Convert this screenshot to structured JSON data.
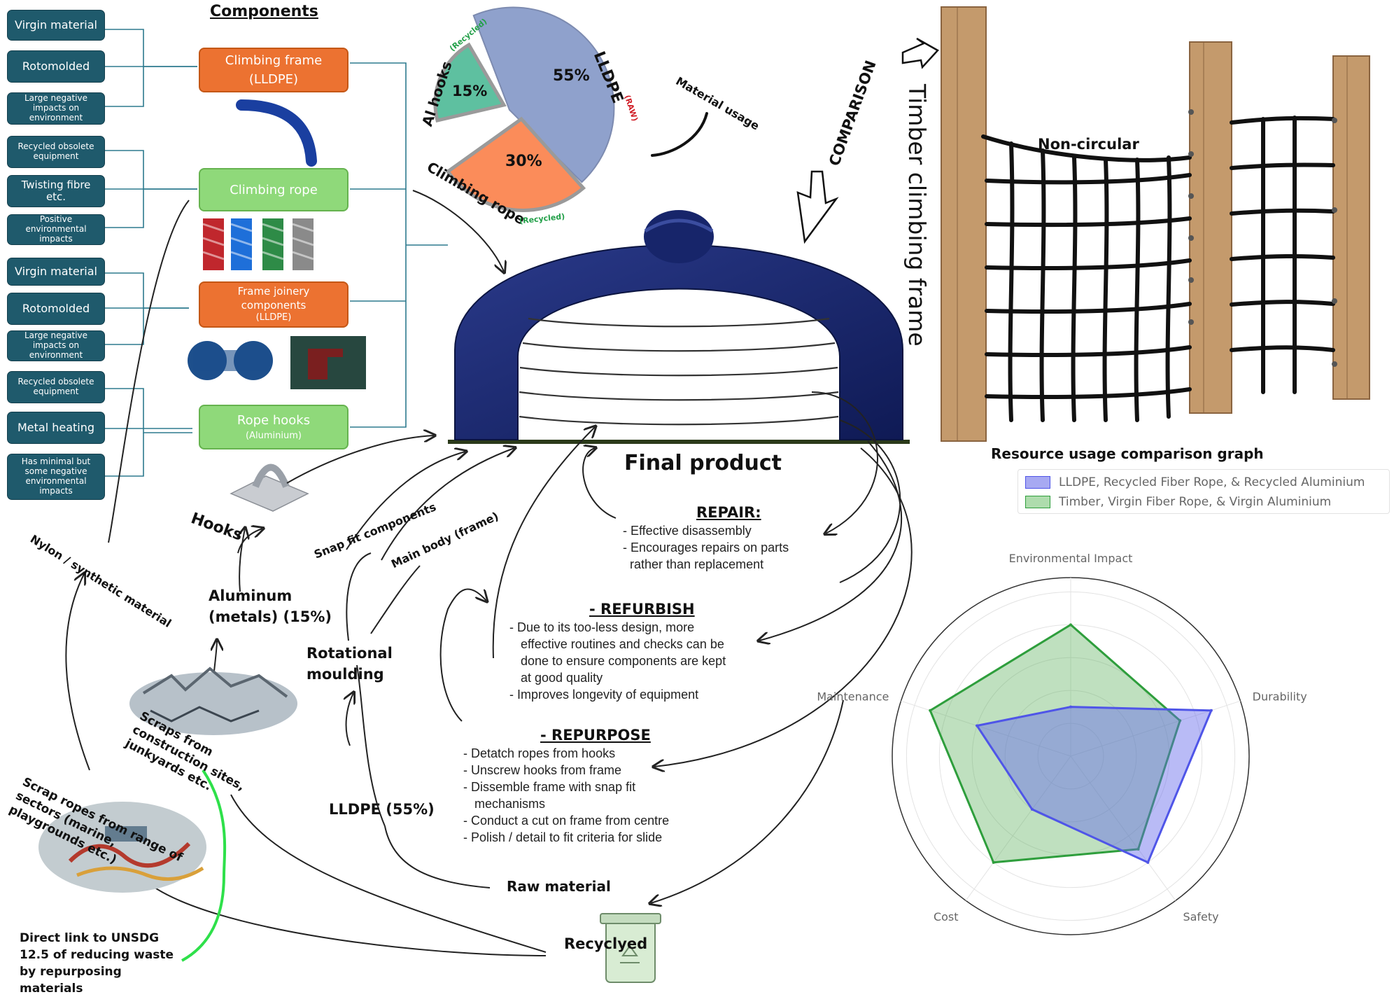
{
  "components_title": "Components",
  "left_boxes": [
    {
      "text": "Virgin material"
    },
    {
      "text": "Rotomolded"
    },
    {
      "text": "Large negative impacts on environment"
    },
    {
      "text": "Recycled obsolete equipment"
    },
    {
      "text": "Twisting fibre etc."
    },
    {
      "text": "Positive environmental impacts"
    },
    {
      "text": "Virgin material"
    },
    {
      "text": "Rotomolded"
    },
    {
      "text": "Large negative impacts on environment"
    },
    {
      "text": "Recycled obsolete equipment"
    },
    {
      "text": "Metal heating"
    },
    {
      "text": "Has minimal but some negative environmental impacts"
    }
  ],
  "components": [
    {
      "line1": "Climbing frame",
      "line2": "(LLDPE)"
    },
    {
      "line1": "Climbing rope",
      "line2": ""
    },
    {
      "line1": "Frame joinery components",
      "line2": "(LLDPE)"
    },
    {
      "line1": "Rope hooks",
      "line2": "(Aluminium)"
    }
  ],
  "pie": {
    "title": "Material usage",
    "slices": [
      {
        "label": "LLDPE",
        "tag": "(RAW)",
        "value": 55,
        "text": "55%",
        "color": "#8fa1cc"
      },
      {
        "label": "Climbing rope",
        "tag": "(Recycled)",
        "value": 30,
        "text": "30%",
        "color": "#fb8c5a"
      },
      {
        "label": "Al hooks",
        "tag": "(Recycled)",
        "value": 15,
        "text": "15%",
        "color": "#5ec0a0"
      }
    ]
  },
  "comparison": {
    "label": "COMPARISON",
    "timber_title": "Timber climbing frame",
    "non_circular": "Non-circular"
  },
  "final_product": "Final product",
  "repair": {
    "title": "REPAIR:",
    "items": [
      "- Effective disassembly",
      "- Encourages repairs on parts",
      "rather than replacement"
    ]
  },
  "refurbish": {
    "title": "- REFURBISH",
    "items": [
      "- Due to its too-less design, more",
      "effective routines and checks can be",
      "done to ensure components are kept",
      "at good quality",
      "- Improves longevity of equipment"
    ]
  },
  "repurpose": {
    "title": "- REPURPOSE",
    "items": [
      "- Detatch ropes from hooks",
      "- Unscrew hooks from frame",
      "- Dissemble frame with snap fit",
      "mechanisms",
      "- Conduct a cut on frame from centre",
      "- Polish / detail to fit criteria for slide"
    ]
  },
  "flow": {
    "hooks": "Hooks",
    "snap_fit": "Snap fit components",
    "main_body": "Main body (frame)",
    "aluminum": "Aluminum (metals) (15%)",
    "rotational": "Rotational moulding",
    "lldpe": "LLDPE (55%)",
    "raw_material": "Raw material",
    "recycled": "Recyclyed",
    "nylon": "Nylon / synthetic material",
    "scraps": "Scraps from construction sites, junkyards etc.",
    "scrap_ropes": "Scrap ropes from range of sectors  (marine, playgrounds etc.)",
    "sdg": "Direct link to UNSDG 12.5 of reducing waste by repurposing materials"
  },
  "radar": {
    "title": "Resource usage comparison graph",
    "legend": [
      {
        "name": "LLDPE, Recycled Fiber Rope, & Recycled Aluminium",
        "color": "#4f55e8"
      },
      {
        "name": "Timber, Virgin Fiber Rope, & Virgin Aluminium",
        "color": "#2e9e3c"
      }
    ]
  },
  "chart_data": {
    "type": "radar",
    "title": "Resource usage comparison graph",
    "axes": [
      "Environmental Impact",
      "Durability",
      "Safety",
      "Cost",
      "Maintenance"
    ],
    "series": [
      {
        "name": "LLDPE, Recycled Fiber Rope, & Recycled Aluminium",
        "values": [
          3,
          9,
          8,
          4,
          6
        ],
        "color": "#4f55e8"
      },
      {
        "name": "Timber, Virgin Fiber Rope, & Virgin Aluminium",
        "values": [
          8,
          7,
          7,
          8,
          9
        ],
        "color": "#2e9e3c"
      }
    ],
    "range": [
      0,
      10
    ],
    "grid": true,
    "legend_position": "top"
  }
}
